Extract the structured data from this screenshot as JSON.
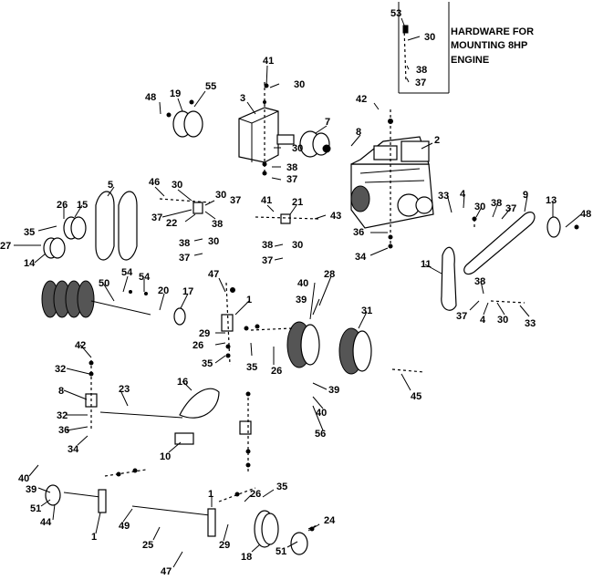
{
  "diagram": {
    "note_lines": [
      "HARDWARE FOR",
      "MOUNTING 8HP",
      "ENGINE"
    ],
    "labels": [
      "53",
      "30",
      "38",
      "37",
      "41",
      "30",
      "48",
      "19",
      "55",
      "3",
      "30",
      "38",
      "37",
      "7",
      "8",
      "42",
      "2",
      "46",
      "30",
      "30",
      "37",
      "37",
      "22",
      "38",
      "38",
      "30",
      "37",
      "41",
      "21",
      "43",
      "38",
      "30",
      "37",
      "36",
      "34",
      "33",
      "4",
      "30",
      "38",
      "37",
      "9",
      "13",
      "48",
      "26",
      "15",
      "35",
      "5",
      "27",
      "14",
      "54",
      "54",
      "47",
      "50",
      "20",
      "17",
      "1",
      "40",
      "28",
      "39",
      "31",
      "11",
      "38",
      "37",
      "4",
      "30",
      "33",
      "29",
      "26",
      "35",
      "35",
      "26",
      "42",
      "32",
      "8",
      "23",
      "16",
      "32",
      "36",
      "34",
      "39",
      "40",
      "56",
      "45",
      "10",
      "40",
      "39",
      "51",
      "44",
      "1",
      "49",
      "25",
      "47",
      "29",
      "18",
      "51",
      "24",
      "35",
      "26",
      "1"
    ]
  }
}
